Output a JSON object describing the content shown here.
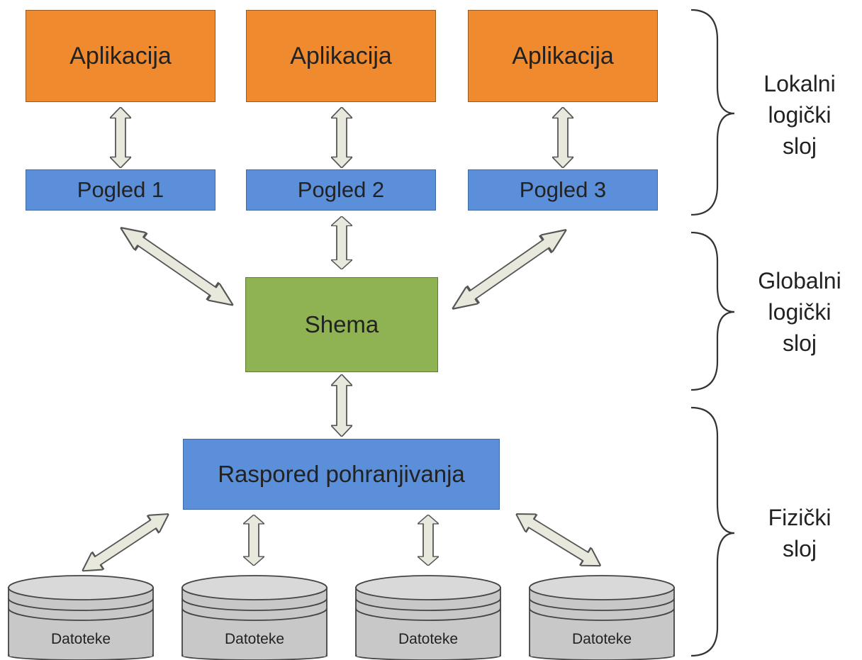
{
  "applications": [
    "Aplikacija",
    "Aplikacija",
    "Aplikacija"
  ],
  "views": [
    "Pogled 1",
    "Pogled 2",
    "Pogled 3"
  ],
  "schema": "Shema",
  "storage_layout": "Raspored pohranjivanja",
  "files": [
    "Datoteke",
    "Datoteke",
    "Datoteke",
    "Datoteke"
  ],
  "layers": {
    "local": "Lokalni\nlogički\nsloj",
    "global": "Globalni\nlogički\nsloj",
    "physical": "Fizički\nsloj"
  },
  "colors": {
    "application": "#f08a2e",
    "view": "#5b8fda",
    "schema": "#8fb352",
    "storage": "#5b8fda",
    "arrow_fill": "#e8e9dc",
    "cylinder_fill": "#c8c8c8"
  }
}
